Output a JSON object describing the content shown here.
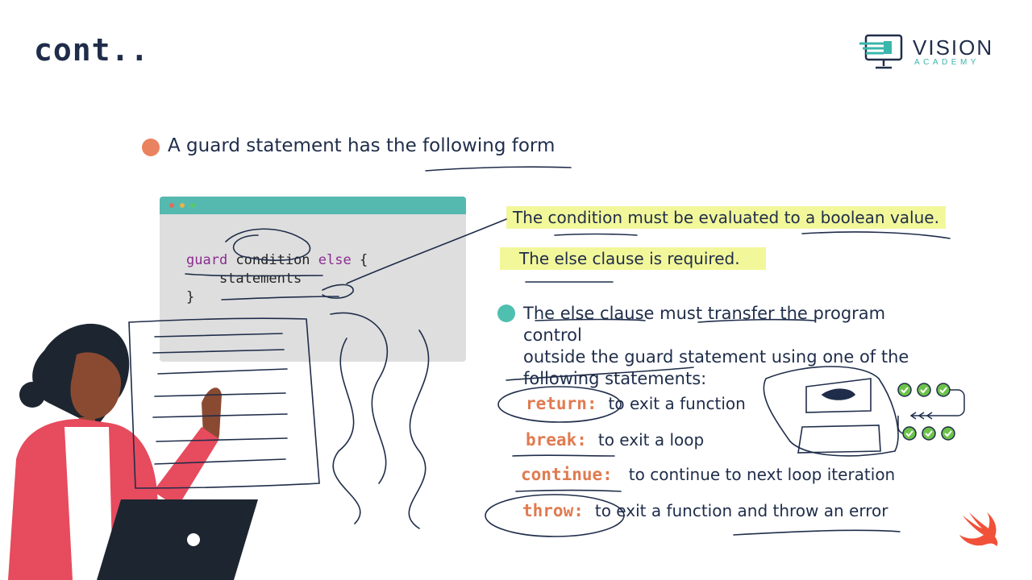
{
  "slide": {
    "title": "cont..",
    "logo": {
      "name": "VISION",
      "sub": "ACADEMY"
    },
    "bullets": [
      {
        "text": "A guard statement has the following form",
        "color": "#e9825f"
      },
      {
        "lines": [
          "The else clause must transfer the program control",
          "outside the guard statement using one of the",
          "following statements:"
        ],
        "color": "#4fbfb0"
      }
    ],
    "code": {
      "line1_kw": "guard",
      "line1_mid": " condition ",
      "line1_kw2": "else",
      "line1_end": " {",
      "line2": "    statements",
      "line3": "}"
    },
    "highlights": [
      "The condition must be evaluated to a boolean value.",
      "The else clause is required."
    ],
    "statements": [
      {
        "keyword": "return:",
        "description": "to exit a function"
      },
      {
        "keyword": "break:",
        "description": "to exit a loop"
      },
      {
        "keyword": "continue:",
        "description": "to continue to next loop iteration"
      },
      {
        "keyword": "throw:",
        "description": "to exit a function and throw an error"
      }
    ],
    "colors": {
      "navy": "#1f2d4a",
      "teal": "#4fbfb0",
      "orange": "#e07b50",
      "highlight": "#f2f79a",
      "swift": "#f05138"
    }
  }
}
